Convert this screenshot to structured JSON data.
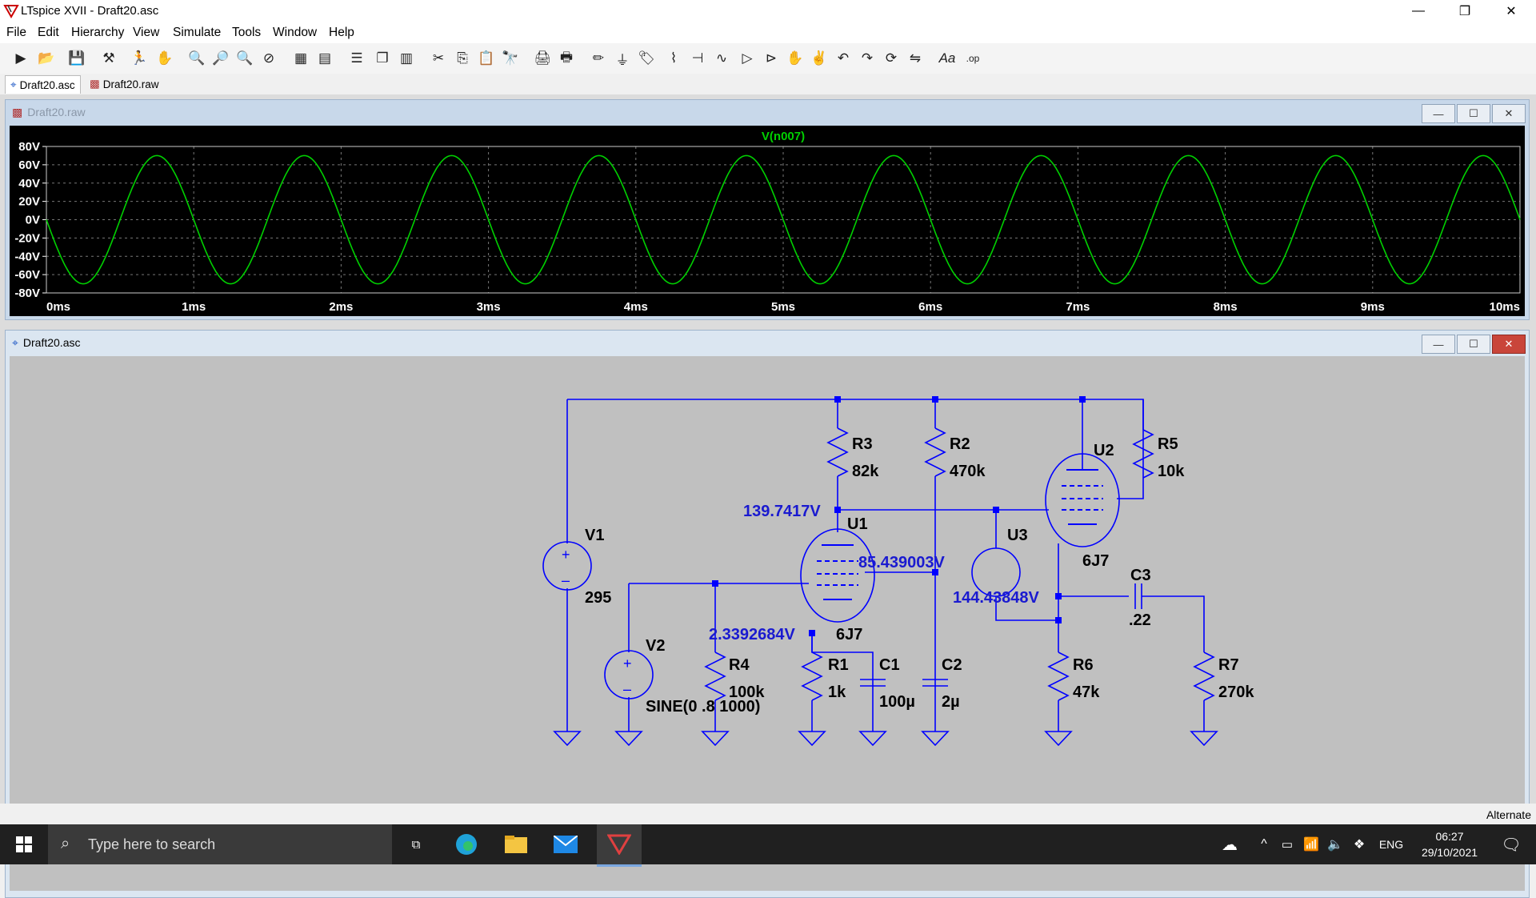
{
  "window": {
    "title": "LTspice XVII - Draft20.asc",
    "min": "—",
    "restore": "❐",
    "close": "✕"
  },
  "menu": [
    "File",
    "Edit",
    "Hierarchy",
    "View",
    "Simulate",
    "Tools",
    "Window",
    "Help"
  ],
  "tabs": [
    {
      "label": "Draft20.asc",
      "icon": "schematic-icon"
    },
    {
      "label": "Draft20.raw",
      "icon": "waveform-icon"
    }
  ],
  "waveform_window": {
    "title": "Draft20.raw",
    "trace_label": "V(n007)",
    "trace_color": "#00d000"
  },
  "chart_data": {
    "type": "line",
    "title": "V(n007)",
    "series": [
      {
        "name": "V(n007)",
        "function": "sine",
        "amplitude": 70,
        "frequency_hz": 1000,
        "phase_deg": 180
      }
    ],
    "xlim": [
      0,
      10
    ],
    "ylim": [
      -80,
      80
    ],
    "x_ticks": [
      "0ms",
      "1ms",
      "2ms",
      "3ms",
      "4ms",
      "5ms",
      "6ms",
      "7ms",
      "8ms",
      "9ms",
      "10ms"
    ],
    "y_ticks": [
      "80V",
      "60V",
      "40V",
      "20V",
      "0V",
      "-20V",
      "-40V",
      "-60V",
      "-80V"
    ],
    "grid": true
  },
  "schematic_window": {
    "title": "Draft20.asc"
  },
  "schematic": {
    "wire_color": "#0000ff",
    "components": {
      "R3": {
        "name": "R3",
        "value": "82k"
      },
      "R2": {
        "name": "R2",
        "value": "470k"
      },
      "R5": {
        "name": "R5",
        "value": "10k"
      },
      "R4": {
        "name": "R4",
        "value": "100k"
      },
      "R1": {
        "name": "R1",
        "value": "1k"
      },
      "R6": {
        "name": "R6",
        "value": "47k"
      },
      "R7": {
        "name": "R7",
        "value": "270k"
      },
      "C1": {
        "name": "C1",
        "value": "100µ"
      },
      "C2": {
        "name": "C2",
        "value": "2µ"
      },
      "C3": {
        "name": "C3",
        "value": ".22"
      },
      "V1": {
        "name": "V1",
        "value": "295"
      },
      "V2": {
        "name": "V2",
        "value": "SINE(0 .8 1000)"
      },
      "U1": {
        "name": "U1",
        "value": "6J7"
      },
      "U2": {
        "name": "U2",
        "value": "6J7"
      },
      "U3": {
        "name": "U3"
      }
    },
    "node_voltages": {
      "n1": "139.7417V",
      "n2": "85.439003V",
      "n3": "144.43848V",
      "n4": "2.3392684V"
    }
  },
  "status": {
    "text": "Alternate"
  },
  "taskbar": {
    "search_placeholder": "Type here to search",
    "language": "ENG",
    "time": "06:27",
    "date": "29/10/2021"
  }
}
